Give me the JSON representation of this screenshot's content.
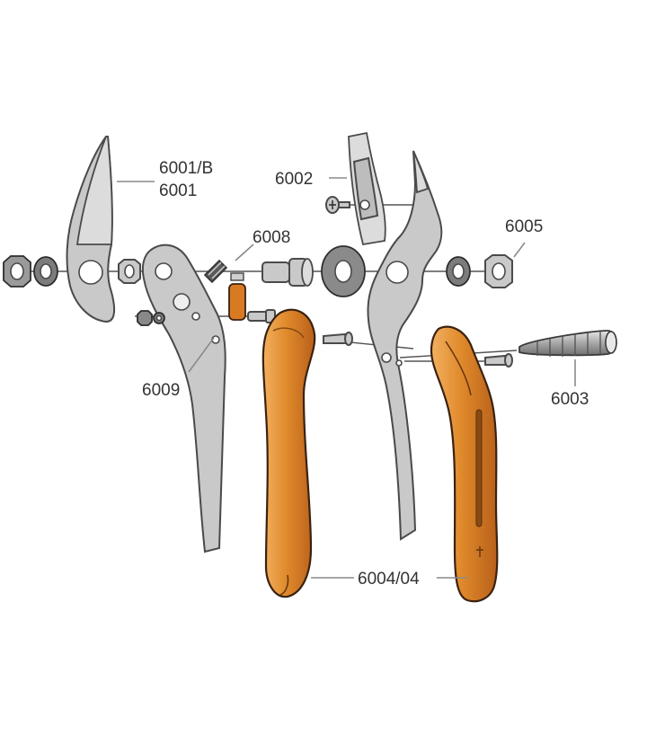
{
  "labels": {
    "blade_code_b": "6001/B",
    "blade_code": "6001",
    "anvil_plate": "6002",
    "spring_part": "6008",
    "nut_part": "6005",
    "pivot_part": "6009",
    "coil_spring": "6003",
    "handle_grips": "6004/04"
  },
  "colors": {
    "grip_orange": "#e08a2c",
    "grip_dark": "#b8601a",
    "steel": "#c9c9c9"
  }
}
